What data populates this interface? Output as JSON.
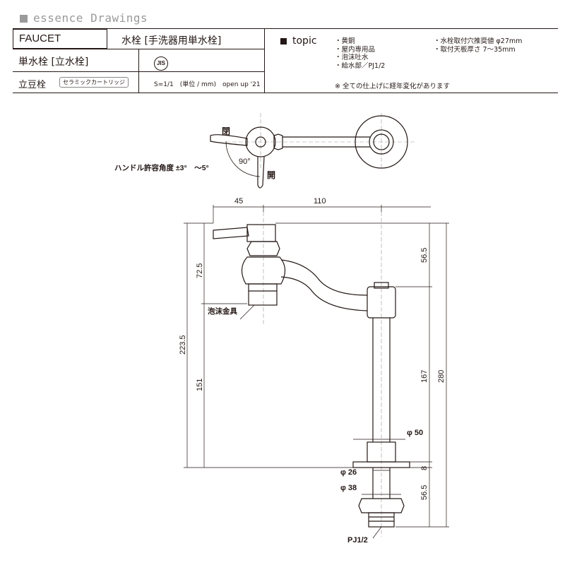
{
  "brand": {
    "title": "essence Drawings"
  },
  "header": {
    "product_code": "FAUCET",
    "product_name": "水栓 [手洗器用単水栓]",
    "type": "単水栓 [立水栓]",
    "subtype": "立豆栓",
    "cartridge": "セラミックカートリッジ",
    "jis_mark": "JIS",
    "scale_info": "S=1/1　(単位 / mm)　open up '21"
  },
  "topic": {
    "label": "topic",
    "left_items": [
      "・黄銅",
      "・屋内専用品",
      "・泡沫吐水",
      "・給水部／PJ1/2"
    ],
    "right_items": [
      "・水栓取付穴推奨値 φ27mm",
      "・取付天板厚さ 7～35mm"
    ],
    "note": "※ 全ての仕上げに経年変化があります"
  },
  "drawing": {
    "handle_open_top": "閉",
    "handle_open_bottom": "開",
    "angle_label": "90°",
    "handle_range": "ハンドル許容角度 ±3°　～5°",
    "dims": {
      "d45": "45",
      "d110": "110",
      "d72_5": "72.5",
      "d56_5_top": "56.5",
      "d223_5": "223.5",
      "d151": "151",
      "d167": "167",
      "d280": "280",
      "d8": "8",
      "d56_5_bottom": "56.5",
      "phi50": "φ 50",
      "phi26": "φ 26",
      "phi38": "φ 38",
      "pj": "PJ1/2"
    },
    "aerator_label": "泡沫金具"
  }
}
